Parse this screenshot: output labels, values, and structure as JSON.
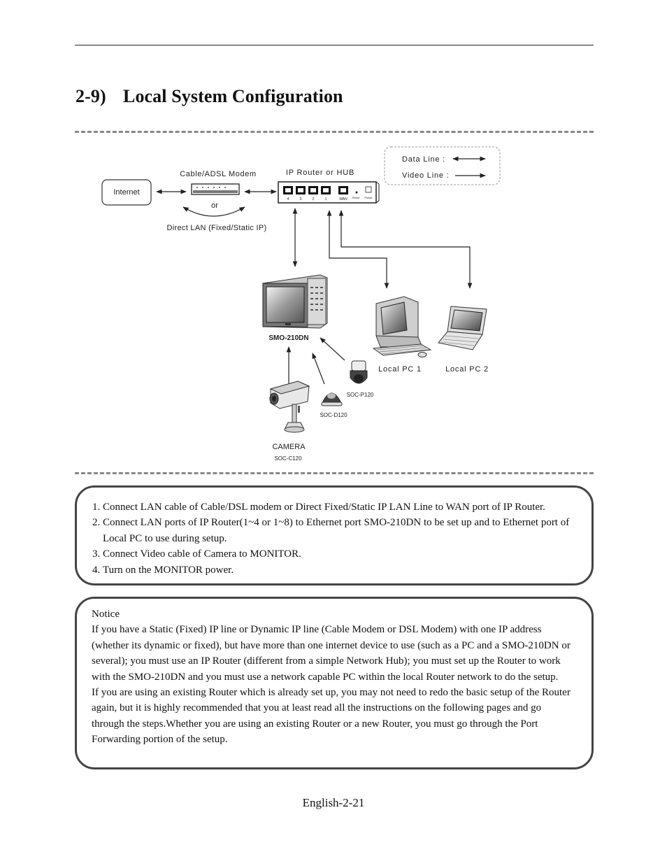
{
  "heading": {
    "number": "2-9)",
    "title": "Local System Configuration"
  },
  "diagram": {
    "internet": "Internet",
    "modem_label": "Cable/ADSL Modem",
    "or_label": "or",
    "direct_lan": "Direct LAN (Fixed/Static IP)",
    "router_label": "IP Router or HUB",
    "router_ports": [
      "4",
      "3",
      "2",
      "1",
      "WAN"
    ],
    "router_reset": "Reset",
    "router_power": "Power",
    "legend_data": "Data Line :",
    "legend_video": "Video Line :",
    "monitor_label": "SMO-210DN",
    "pc1_label": "Local PC 1",
    "pc2_label": "Local PC 2",
    "camera_label": "CAMERA",
    "camera_model": "SOC-C120",
    "dome_model": "SOC-D120",
    "ptz_model": "SOC-P120"
  },
  "steps": [
    "Connect LAN cable of Cable/DSL modem or Direct Fixed/Static IP LAN Line to WAN port of IP Router.",
    "Connect LAN ports of IP Router(1~4 or 1~8) to Ethernet port SMO-210DN to be set up and to Ethernet port of Local PC to use during setup.",
    "Connect Video cable of Camera to MONITOR.",
    "Turn on the MONITOR power."
  ],
  "notice": {
    "title": "Notice",
    "para1": "If you have a Static (Fixed) IP line or Dynamic IP line (Cable Modem or DSL Modem) with one IP address (whether its dynamic or fixed), but have more than one internet device to use (such as a PC and a SMO-210DN or several); you must use an IP Router (different from a simple Network Hub); you must set up the Router to work with the SMO-210DN and you must use a network capable PC within the local Router network to do the setup.",
    "para2": "If you are using an existing Router which is already set up, you may not need to redo the basic setup of the Router again, but it is highly recommended that you at least read all the instructions on the following pages and go through the steps.Whether you are using an existing Router or a new Router, you must go through the Port Forwarding portion of the setup."
  },
  "footer": "English-2-21"
}
